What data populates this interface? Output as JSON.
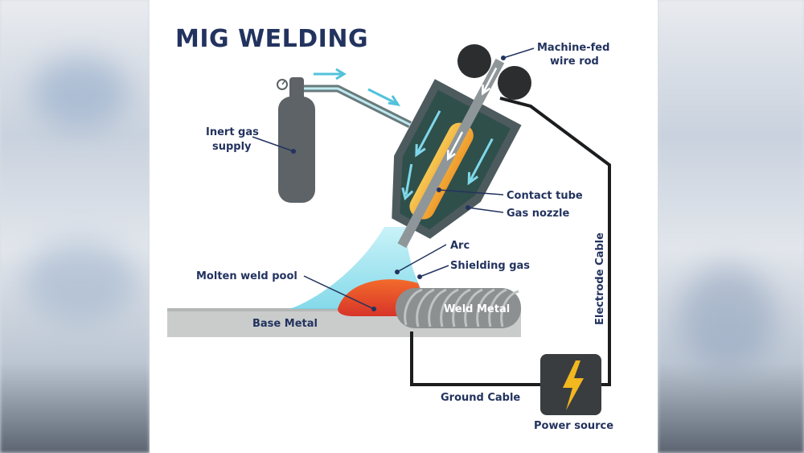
{
  "title": "MIG WELDING",
  "labels": {
    "machine_fed_1": "Machine-fed",
    "machine_fed_2": "wire rod",
    "inert_gas_1": "Inert gas",
    "inert_gas_2": "supply",
    "contact_tube": "Contact tube",
    "gas_nozzle": "Gas nozzle",
    "arc": "Arc",
    "shielding_gas": "Shielding gas",
    "molten_weld_pool": "Molten weld pool",
    "weld_metal": "Weld Metal",
    "base_metal": "Base Metal",
    "electrode_cable": "Electrode Cable",
    "ground_cable": "Ground Cable",
    "power_source": "Power source"
  },
  "colors": {
    "label_text": "#23335f",
    "torch_body": "#4d5b5e",
    "nozzle_interior": "#2f4f4b",
    "contact_tube": "#f4b43a",
    "gas_flow": "#7fd8ea",
    "molten_pool": "#e8442a",
    "cylinder": "#5d6366",
    "power_box": "#3a3d40",
    "lightning": "#f3b71f"
  },
  "icons": {
    "power": "lightning-bolt-icon",
    "gauge": "pressure-gauge-icon"
  }
}
